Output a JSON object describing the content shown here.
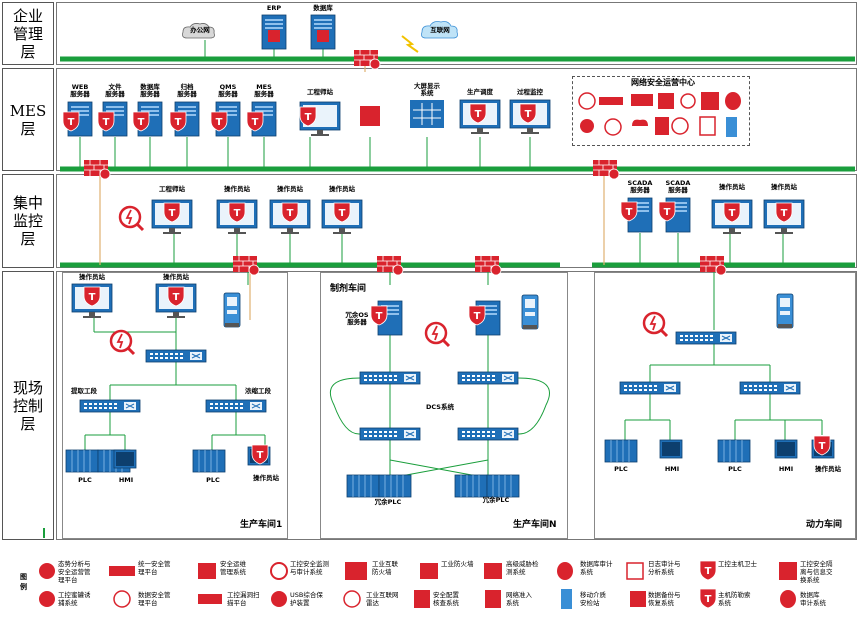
{
  "layers": {
    "enterprise": "企业\n管理\n层",
    "mes": "MES\n层",
    "central": "集中\n监控\n层",
    "field": "现场\n控制\n层"
  },
  "enterprise": {
    "office_net": "办公网",
    "erp": "ERP",
    "database": "数据库",
    "internet": "互联网"
  },
  "mes": {
    "servers": [
      "WEB\n服务器",
      "文件\n服务器",
      "数据库\n服务器",
      "归档\n服务器",
      "QMS\n服务器",
      "MES\n服务器"
    ],
    "engineer_station": "工程师站",
    "big_screen": "大屏显示\n系统",
    "production_dispatch": "生产调度",
    "process_monitor": "过程监控",
    "soc_title": "网络安全运营中心"
  },
  "central": {
    "left_engineer": "工程师站",
    "left_operators": [
      "操作员站",
      "操作员站",
      "操作员站"
    ],
    "scada": [
      "SCADA\n服务器",
      "SCADA\n服务器"
    ],
    "right_operators": [
      "操作员站",
      "操作员站"
    ]
  },
  "field": {
    "ws1": {
      "operators": [
        "操作员站",
        "操作员站"
      ],
      "extract": "提取工段",
      "concentrate": "浓缩工段",
      "plc": [
        "PLC",
        "PLC"
      ],
      "hmi": "HMI",
      "operator_bottom": "操作员站",
      "name": "生产车间1"
    },
    "wsN": {
      "top": "制剂车间",
      "redundant_os": "冗余OS\n服务器",
      "dcs": "DCS系统",
      "redundant_plc": [
        "冗余PLC",
        "冗余PLC"
      ],
      "name": "生产车间N"
    },
    "power": {
      "plc": [
        "PLC",
        "PLC"
      ],
      "hmi": [
        "HMI",
        "HMI"
      ],
      "operator": "操作员站",
      "name": "动力车间"
    }
  },
  "legend": {
    "title": "图\n例",
    "row1": [
      "态势分析与\n安全运营管\n理平台",
      "统一安全管\n理平台",
      "安全运维\n管理系统",
      "工控安全监测\n与审计系统",
      "工业互联\n防火墙",
      "工业防火墙",
      "高级威胁检\n测系统",
      "数据库审计\n系统",
      "日志审计与\n分析系统",
      "工控主机卫士",
      "工控安全隔\n离与信息交\n换系统"
    ],
    "row2": [
      "工控蜜罐诱\n捕系统",
      "数据安全管\n理平台",
      "工控漏洞扫\n描平台",
      "USB综合保\n护装置",
      "工业互联网\n雷达",
      "安全配置\n核查系统",
      "网络准入\n系统",
      "移动介质\n安检站",
      "数据备份与\n恢复系统",
      "主机防勒索\n系统",
      "数据库\n审计系统"
    ]
  },
  "colors": {
    "network": "#1a9e3c",
    "security_red": "#d9232d",
    "device_blue": "#1f6fb7",
    "uplink": "#e0b070"
  }
}
